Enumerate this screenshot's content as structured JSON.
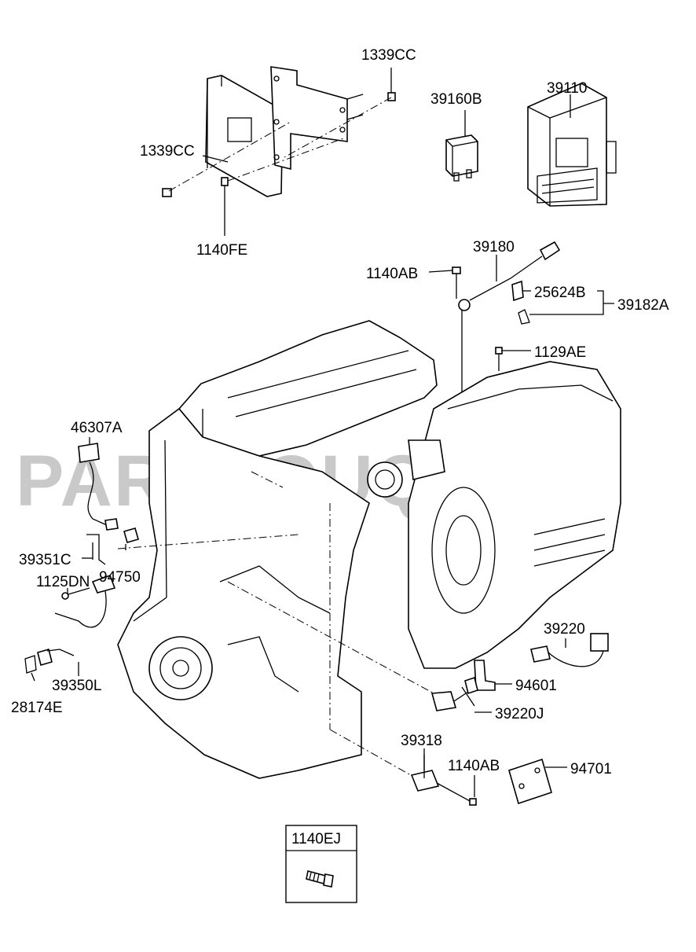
{
  "watermark": "PARTSOUQ.COM",
  "callouts": [
    {
      "id": "c1",
      "text": "1339CC"
    },
    {
      "id": "c2",
      "text": "39160B"
    },
    {
      "id": "c3",
      "text": "39110"
    },
    {
      "id": "c4",
      "text": "1339CC"
    },
    {
      "id": "c5",
      "text": "1140FE"
    },
    {
      "id": "c6",
      "text": "39180"
    },
    {
      "id": "c7",
      "text": "1140AB"
    },
    {
      "id": "c8",
      "text": "25624B"
    },
    {
      "id": "c9",
      "text": "39182A"
    },
    {
      "id": "c10",
      "text": "1129AE"
    },
    {
      "id": "c11",
      "text": "46307A"
    },
    {
      "id": "c12",
      "text": "39351C"
    },
    {
      "id": "c13",
      "text": "94750"
    },
    {
      "id": "c14",
      "text": "1125DN"
    },
    {
      "id": "c15",
      "text": "39220"
    },
    {
      "id": "c16",
      "text": "94601"
    },
    {
      "id": "c17",
      "text": "39350L"
    },
    {
      "id": "c18",
      "text": "28174E"
    },
    {
      "id": "c19",
      "text": "39220J"
    },
    {
      "id": "c20",
      "text": "39318"
    },
    {
      "id": "c21",
      "text": "1140AB"
    },
    {
      "id": "c22",
      "text": "94701"
    }
  ],
  "inset": {
    "label": "1140EJ"
  }
}
